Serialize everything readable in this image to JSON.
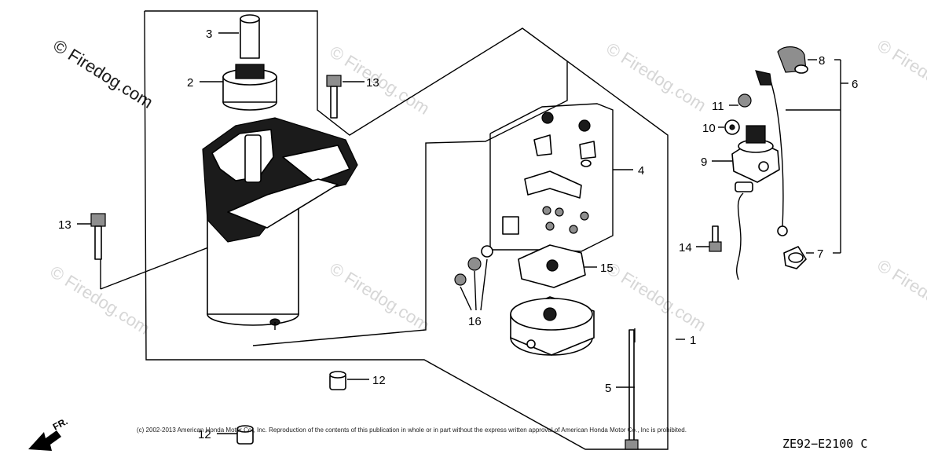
{
  "watermarks": {
    "main": "© Firedog.com",
    "faint": "© Firedog.com"
  },
  "callouts": [
    {
      "id": "c3",
      "label": "3"
    },
    {
      "id": "c2",
      "label": "2"
    },
    {
      "id": "c13a",
      "label": "13"
    },
    {
      "id": "c13b",
      "label": "13"
    },
    {
      "id": "c4",
      "label": "4"
    },
    {
      "id": "c15",
      "label": "15"
    },
    {
      "id": "c16",
      "label": "16"
    },
    {
      "id": "c1",
      "label": "1"
    },
    {
      "id": "c5",
      "label": "5"
    },
    {
      "id": "c12a",
      "label": "12"
    },
    {
      "id": "c12b",
      "label": "12"
    },
    {
      "id": "c8",
      "label": "8"
    },
    {
      "id": "c6",
      "label": "6"
    },
    {
      "id": "c11",
      "label": "11"
    },
    {
      "id": "c10",
      "label": "10"
    },
    {
      "id": "c9",
      "label": "9"
    },
    {
      "id": "c14",
      "label": "14"
    },
    {
      "id": "c7",
      "label": "7"
    }
  ],
  "front_arrow_label": "FR.",
  "copyright": "(c) 2002-2013 American Honda Motor Co., Inc. Reproduction of the contents of this publication in whole or in part without the express written approval of American Honda Motor Co., Inc is prohibited.",
  "diagram_code": "ZE92−E2100 C"
}
